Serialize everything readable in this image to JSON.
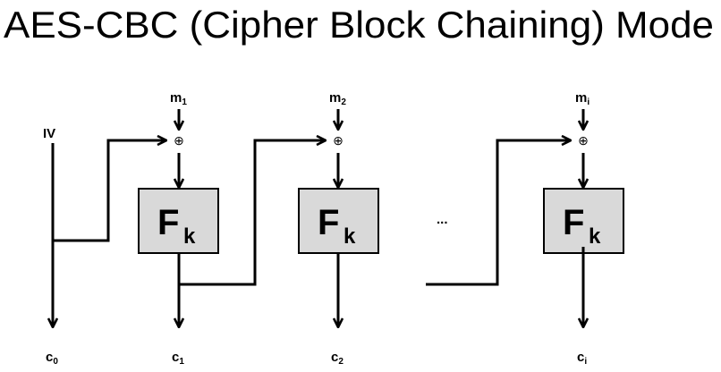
{
  "title": "AES-CBC (Cipher Block Chaining) Mode",
  "iv_label": "IV",
  "xor_symbol": "⊕",
  "ellipsis": "...",
  "blocks": [
    {
      "func": "F",
      "func_sub": "k",
      "msg": "m",
      "msg_sub": "1",
      "out": "c",
      "out_sub": "1"
    },
    {
      "func": "F",
      "func_sub": "k",
      "msg": "m",
      "msg_sub": "2",
      "out": "c",
      "out_sub": "2"
    },
    {
      "func": "F",
      "func_sub": "k",
      "msg": "m",
      "msg_sub": "i",
      "out": "c",
      "out_sub": "i"
    }
  ],
  "c0": {
    "label": "c",
    "sub": "0"
  },
  "colors": {
    "block_fill": "#d9d9d9",
    "stroke": "#000000"
  }
}
